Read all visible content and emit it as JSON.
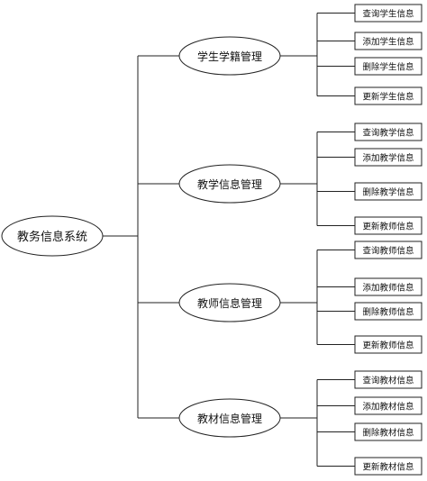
{
  "root": {
    "label": "教务信息系统"
  },
  "modules": [
    {
      "label": "学生学籍管理",
      "functions": [
        "查询学生信息",
        "添加学生信息",
        "删除学生信息",
        "更新学生信息"
      ]
    },
    {
      "label": "教学信息管理",
      "functions": [
        "查询教学信息",
        "添加教学信息",
        "删除教学信息",
        "更新教师信息"
      ]
    },
    {
      "label": "教师信息管理",
      "functions": [
        "查询教师信息",
        "添加教师信息",
        "删除教师信息",
        "更新教师信息"
      ]
    },
    {
      "label": "教材信息管理",
      "functions": [
        "查询教材信息",
        "添加教材信息",
        "删除教材信息",
        "更新教材信息"
      ]
    }
  ]
}
